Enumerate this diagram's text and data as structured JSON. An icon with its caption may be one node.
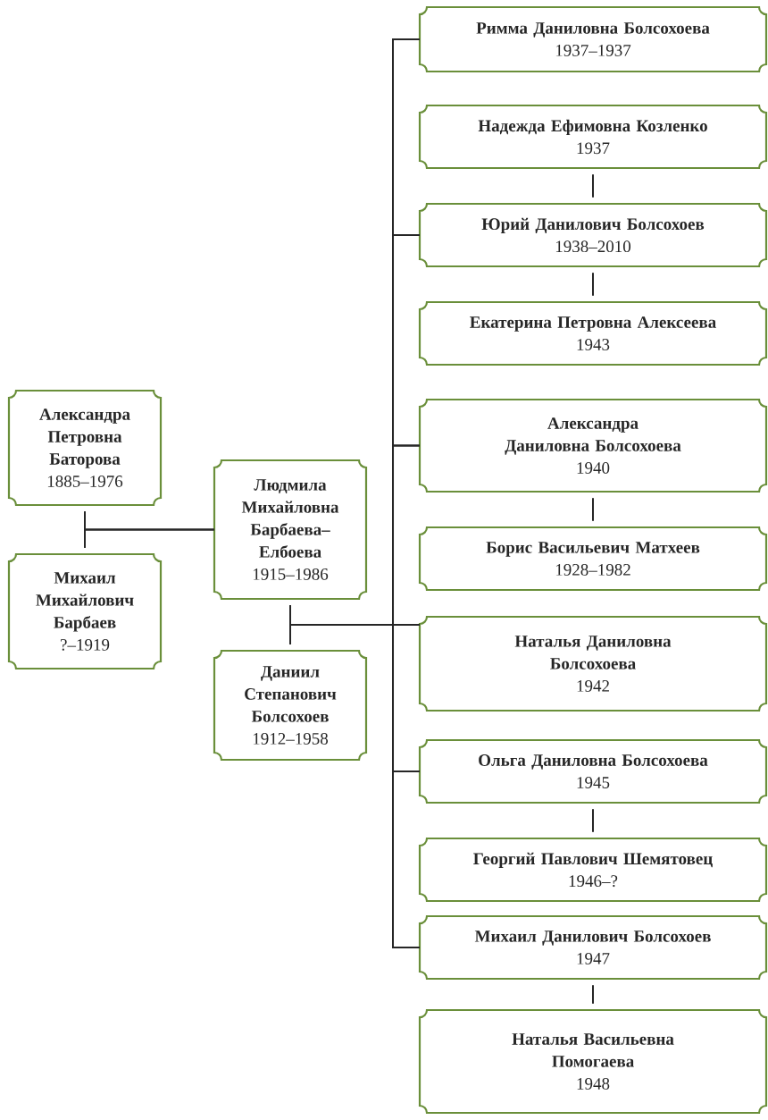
{
  "diagram": {
    "nodes": [
      {
        "text": [
          "Александра Петровна Баторова",
          "1885–1976"
        ]
      },
      {
        "text": [
          "Михаил Михайлович Барбаев",
          "?–1919"
        ]
      },
      {
        "text": [
          "Людмила Михайловна Барбаева–Елбоева",
          "1915–1986"
        ]
      },
      {
        "text": [
          "Даниил Степанович Болсохоев",
          "1912–1958"
        ]
      },
      {
        "text": [
          "Римма Даниловна Болсохоева",
          "1937–1937"
        ]
      },
      {
        "text": [
          "Надежда Ефимовна Козленко",
          "1937"
        ]
      },
      {
        "text": [
          "Юрий Данилович Болсохоев",
          "1938–2010"
        ]
      },
      {
        "text": [
          "Екатерина Петровна Алексеева",
          "1943"
        ]
      },
      {
        "text": [
          "Александра Даниловна Болсохоева",
          "1940"
        ]
      },
      {
        "text": [
          "Борис Васильевич Матхеев",
          "1928–1982"
        ]
      },
      {
        "text": [
          "Наталья Даниловна Болсохоева",
          "1942"
        ]
      },
      {
        "text": [
          "Ольга Даниловна Болсохоева",
          "1945"
        ]
      },
      {
        "text": [
          "Георгий Павлович Шемятовец",
          "1946–?"
        ]
      },
      {
        "text": [
          "Михаил Данилович Болсохоев",
          "1947"
        ]
      },
      {
        "text": [
          "Наталья Васильевна Помогаева",
          "1948"
        ]
      }
    ],
    "edges": [
      {
        "from": 0,
        "to": 1,
        "arrow": "none"
      },
      {
        "from": 0,
        "to": 2,
        "arrow": "none"
      },
      {
        "from": 1,
        "to": 2,
        "arrow": "none"
      },
      {
        "from": 2,
        "to": 3,
        "arrow": "none"
      },
      {
        "from": 2,
        "to": 4,
        "arrow": "none"
      },
      {
        "from": 3,
        "to": 4,
        "arrow": "none"
      },
      {
        "from": 2,
        "to": 6,
        "arrow": "none"
      },
      {
        "from": 3,
        "to": 6,
        "arrow": "none"
      },
      {
        "from": 2,
        "to": 8,
        "arrow": "none"
      },
      {
        "from": 3,
        "to": 8,
        "arrow": "none"
      },
      {
        "from": 2,
        "to": 10,
        "arrow": "none"
      },
      {
        "from": 3,
        "to": 10,
        "arrow": "none"
      },
      {
        "from": 2,
        "to": 11,
        "arrow": "none"
      },
      {
        "from": 3,
        "to": 11,
        "arrow": "none"
      },
      {
        "from": 2,
        "to": 13,
        "arrow": "none"
      },
      {
        "from": 3,
        "to": 13,
        "arrow": "none"
      },
      {
        "from": 5,
        "to": 6,
        "arrow": "none"
      },
      {
        "from": 6,
        "to": 7,
        "arrow": "none"
      },
      {
        "from": 8,
        "to": 9,
        "arrow": "none"
      },
      {
        "from": 11,
        "to": 12,
        "arrow": "none"
      },
      {
        "from": 13,
        "to": 14,
        "arrow": "none"
      }
    ]
  }
}
